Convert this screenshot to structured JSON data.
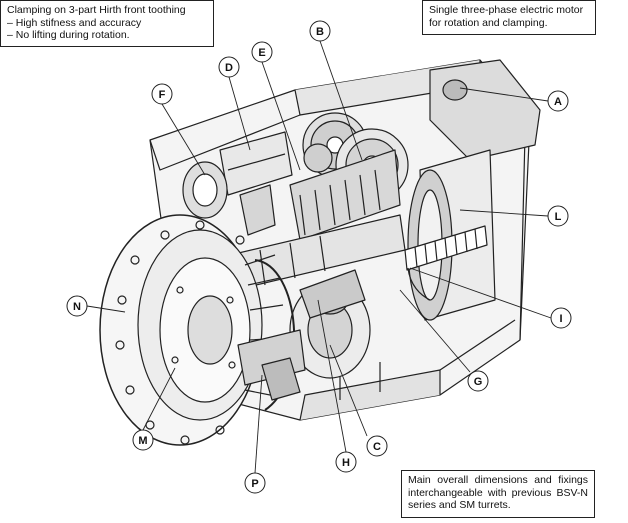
{
  "notes": {
    "top_left": {
      "line1": "Clamping on 3-part Hirth front toothing",
      "line2": "– High stifness and accuracy",
      "line3": "– No lifting during rotation."
    },
    "top_right": {
      "line1": "Single three-phase electric motor",
      "line2": "for rotation and clamping."
    },
    "bottom_right": {
      "text": "Main overall dimensions and fixings interchangeable with previous BSV-N series and SM turrets."
    }
  },
  "callouts": {
    "A": "A",
    "B": "B",
    "C": "C",
    "D": "D",
    "E": "E",
    "F": "F",
    "G": "G",
    "H": "H",
    "I": "I",
    "L": "L",
    "M": "M",
    "N": "N",
    "P": "P"
  }
}
